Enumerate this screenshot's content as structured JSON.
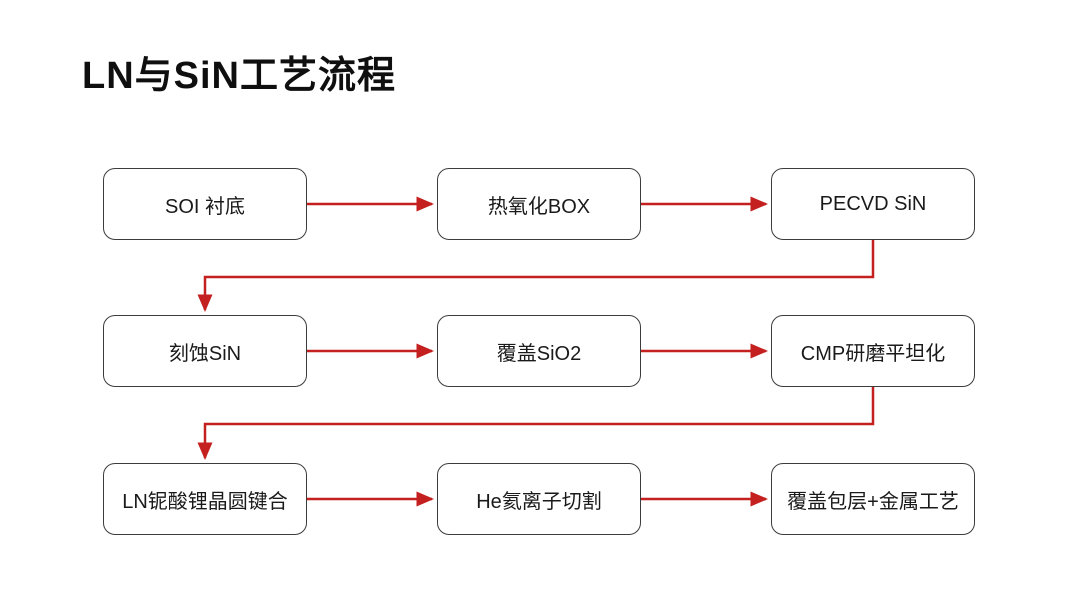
{
  "title": "LN与SiN工艺流程",
  "colors": {
    "arrow": "#c42020",
    "boxBorder": "#3c3c3c",
    "boxFill": "#ffffff",
    "text": "#1a1a1a"
  },
  "flow": {
    "rows": [
      {
        "nodes": [
          {
            "label": "SOI 衬底"
          },
          {
            "label": "热氧化BOX"
          },
          {
            "label": "PECVD SiN"
          }
        ]
      },
      {
        "nodes": [
          {
            "label": "刻蚀SiN"
          },
          {
            "label": "覆盖SiO2"
          },
          {
            "label": "CMP研磨平坦化"
          }
        ]
      },
      {
        "nodes": [
          {
            "label": "LN铌酸锂晶圆键合"
          },
          {
            "label": "He氦离子切割"
          },
          {
            "label": "覆盖包层+金属工艺"
          }
        ]
      }
    ]
  }
}
